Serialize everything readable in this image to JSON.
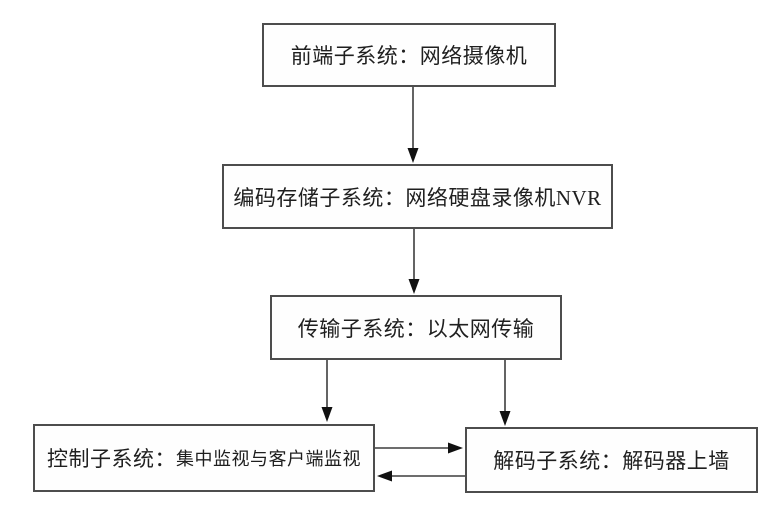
{
  "diagram": {
    "type": "flowchart",
    "background_color": "#ffffff",
    "border_color": "#4d4d4d",
    "arrow_color": "#3d3d3d",
    "text_color": "#1f1f1f",
    "nodes": {
      "frontend": {
        "label": "前端子系统：网络摄像机"
      },
      "storage": {
        "label": "编码存储子系统：网络硬盘录像机NVR"
      },
      "transmission": {
        "label": "传输子系统：以太网传输"
      },
      "control": {
        "label_main": "控制子系统：",
        "label_detail": "集中监视与客户端监视"
      },
      "decoding": {
        "label": "解码子系统：解码器上墙"
      }
    },
    "edges": [
      {
        "from": "frontend",
        "to": "storage",
        "direction": "down"
      },
      {
        "from": "storage",
        "to": "transmission",
        "direction": "down"
      },
      {
        "from": "transmission",
        "to": "control",
        "direction": "down"
      },
      {
        "from": "transmission",
        "to": "decoding",
        "direction": "down"
      },
      {
        "from": "control",
        "to": "decoding",
        "direction": "right"
      },
      {
        "from": "decoding",
        "to": "control",
        "direction": "left"
      }
    ]
  }
}
